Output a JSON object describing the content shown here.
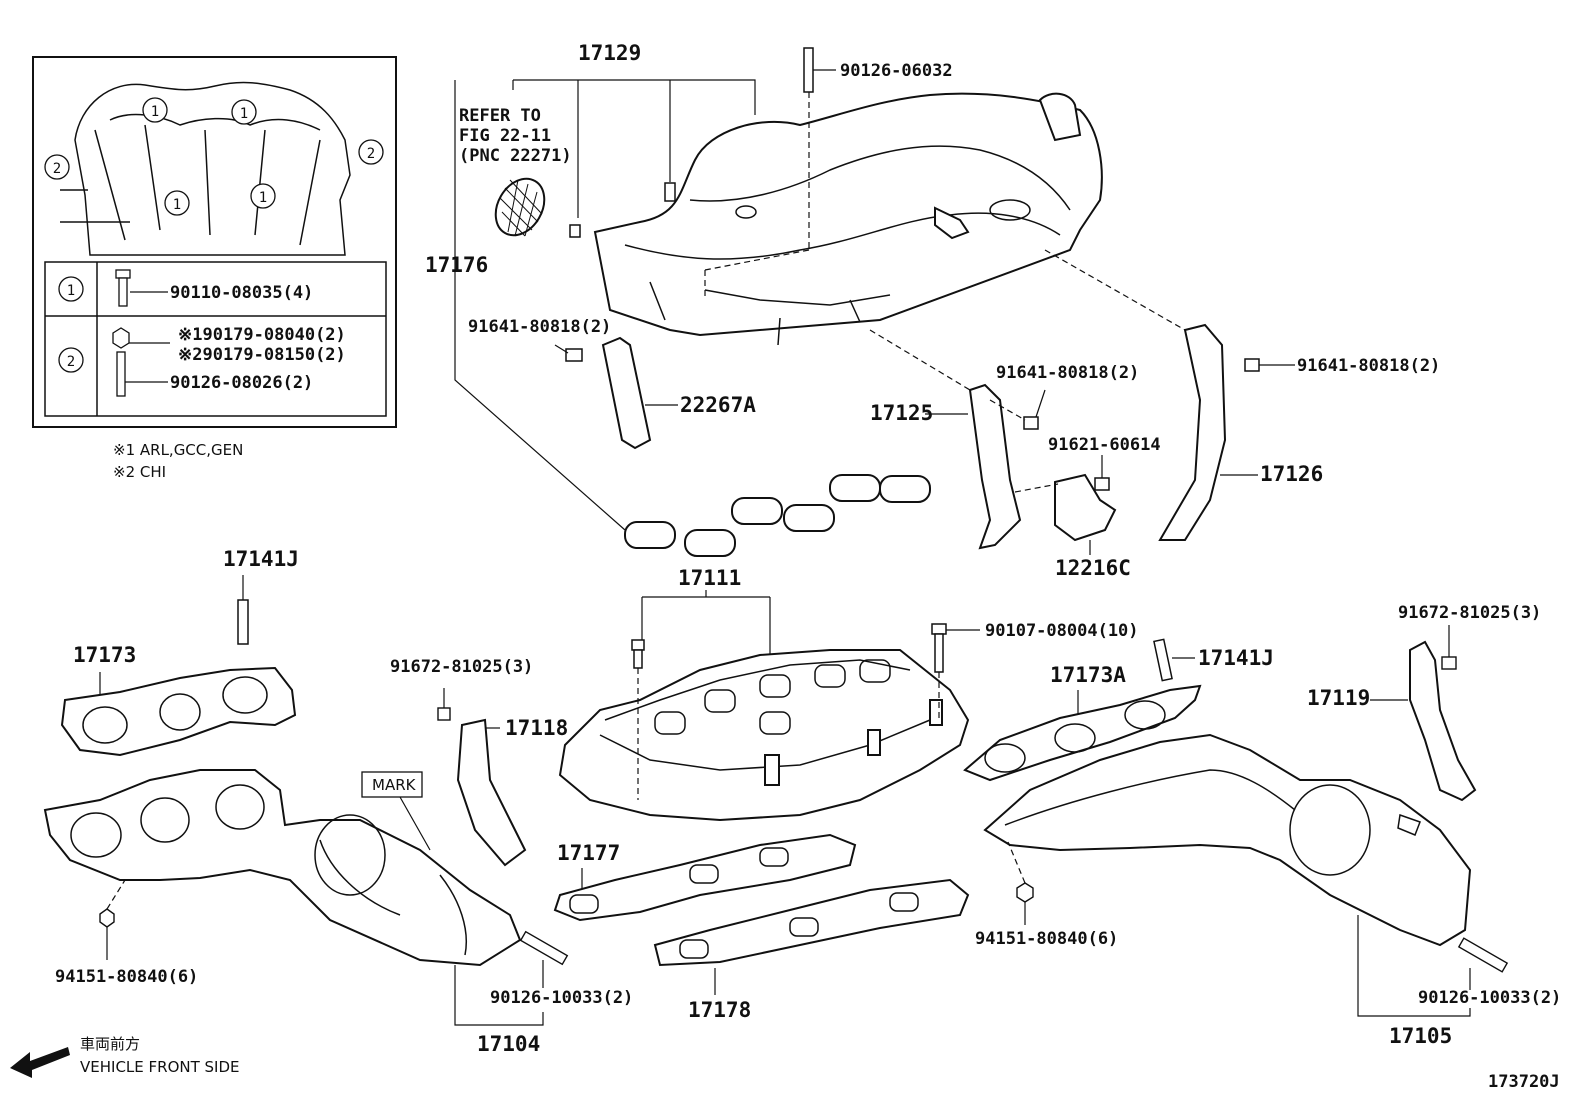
{
  "inset": {
    "callout_1": "1",
    "callout_2": "2",
    "table": [
      {
        "key": "1",
        "lines": [
          "90110-08035(4)"
        ]
      },
      {
        "key": "2",
        "lines": [
          "※190179-08040(2)",
          "※290179-08150(2)",
          "90126-08026(2)"
        ]
      }
    ],
    "notes": [
      "※1 ARL,GCC,GEN",
      "※2 CHI"
    ]
  },
  "refer_note": [
    "REFER TO",
    "FIG 22-11",
    "(PNC 22271)"
  ],
  "labels": {
    "p17129": "17129",
    "p17176": "17176",
    "p90126_06032": "90126-06032",
    "p91641_a": "91641-80818(2)",
    "p22267A": "22267A",
    "p17125": "17125",
    "p91641_b": "91641-80818(2)",
    "p91641_c": "91641-80818(2)",
    "p91621": "91621-60614",
    "p17126": "17126",
    "p12216C": "12216C",
    "p17141J_a": "17141J",
    "p17173": "17173",
    "p17111": "17111",
    "p90107": "90107-08004(10)",
    "p91672_a": "91672-81025(3)",
    "p91672_b": "91672-81025(3)",
    "p17118": "17118",
    "p17141J_b": "17141J",
    "p17173A": "17173A",
    "p17119": "17119",
    "mark": "MARK",
    "p17177": "17177",
    "p94151_a": "94151-80840(6)",
    "p94151_b": "94151-80840(6)",
    "p90126_10033_a": "90126-10033(2)",
    "p90126_10033_b": "90126-10033(2)",
    "p17104": "17104",
    "p17178": "17178",
    "p17105": "17105"
  },
  "footer": {
    "jp_front": "車両前方",
    "front": "VEHICLE FRONT SIDE",
    "fig_id": "173720J"
  }
}
